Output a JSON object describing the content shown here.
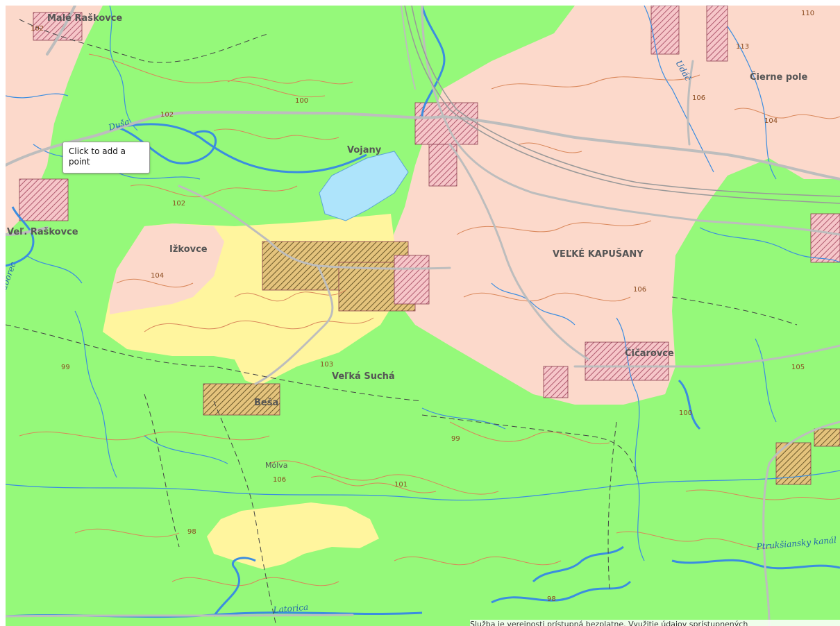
{
  "map": {
    "tooltip": "Click to add a point",
    "attribution": "Služba je verejnosti prístupná bezplatne. Využitie údajov sprístupnených",
    "colors": {
      "forest": "#95f97a",
      "settlement": "#fcd9cb",
      "field": "#fff59e",
      "water": "#aee4fb",
      "stream": "#3b8de0",
      "contour": "#d9875a",
      "road": "#bdbdbd",
      "building": "#d8899a"
    },
    "labels": {
      "male_raskovce": "Malé Raškovce",
      "vel_raskovce": "Veľ. Raškovce",
      "izkovce": "Ižkovce",
      "vojany": "Vojany",
      "velke_kapusany": "VEĽKÉ KAPUŠANY",
      "cierne_pole": "Čierne pole",
      "ticurovce": "Čičarovce",
      "velka_sucha": "Veľká Suchá",
      "besa": "Beša",
      "molva": "Mólva",
      "dusa": "Duša",
      "udac": "Udáč",
      "latorica": "Latorica",
      "ptruksiansky": "Ptrukšiansky kanál",
      "laborec": "Laborec"
    },
    "elevations": {
      "e110": "110",
      "e113": "113",
      "e106a": "106",
      "e104a": "104",
      "e100a": "100",
      "e102a": "102",
      "e102b": "102",
      "e104b": "104",
      "e106b": "106",
      "e99a": "99",
      "e103": "103",
      "e105": "105",
      "e100b": "100",
      "e99b": "99",
      "e106c": "106",
      "e101": "101",
      "e98a": "98",
      "e98b": "98",
      "e102c": "102"
    }
  }
}
